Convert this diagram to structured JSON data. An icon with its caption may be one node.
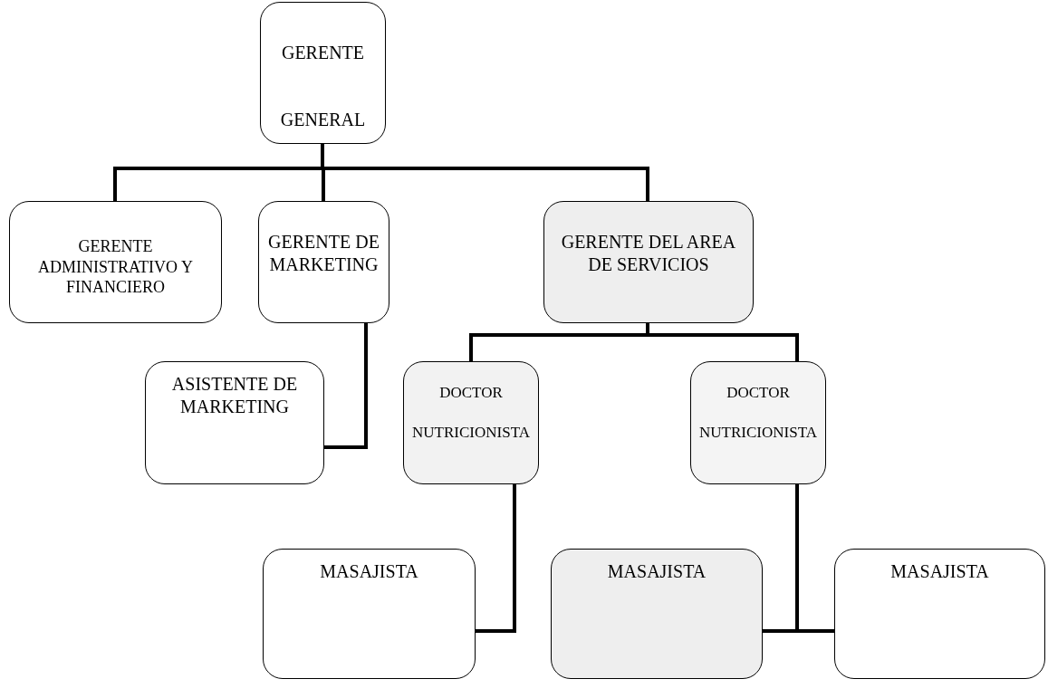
{
  "diagram": {
    "nodes": [
      {
        "text": [
          "GERENTE GENERAL"
        ]
      },
      {
        "text": [
          "GERENTE ADMINISTRATIVO Y FINANCIERO"
        ]
      },
      {
        "text": [
          "GERENTE DE MARKETING"
        ]
      },
      {
        "text": [
          "GERENTE DEL AREA DE SERVICIOS"
        ]
      },
      {
        "text": [
          "ASISTENTE DE MARKETING"
        ]
      },
      {
        "text": [
          "DOCTOR NUTRICIONISTA"
        ]
      },
      {
        "text": [
          "DOCTOR NUTRICIONISTA"
        ]
      },
      {
        "text": [
          "MASAJISTA"
        ]
      },
      {
        "text": [
          "MASAJISTA"
        ]
      },
      {
        "text": [
          "MASAJISTA"
        ]
      }
    ],
    "edges": [
      {
        "from": 0,
        "to": 1,
        "arrow": "none"
      },
      {
        "from": 0,
        "to": 2,
        "arrow": "none"
      },
      {
        "from": 0,
        "to": 3,
        "arrow": "none"
      },
      {
        "from": 2,
        "to": 4,
        "arrow": "none"
      },
      {
        "from": 3,
        "to": 5,
        "arrow": "none"
      },
      {
        "from": 3,
        "to": 6,
        "arrow": "none"
      },
      {
        "from": 5,
        "to": 7,
        "arrow": "none"
      },
      {
        "from": 6,
        "to": 8,
        "arrow": "none"
      },
      {
        "from": 6,
        "to": 9,
        "arrow": "none"
      }
    ]
  }
}
